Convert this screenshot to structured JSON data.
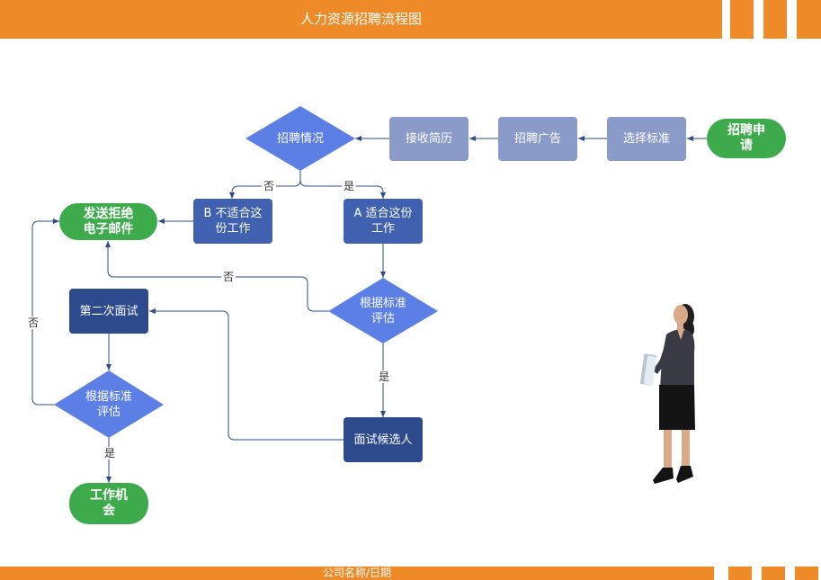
{
  "header": {
    "title": "人力资源招聘流程图"
  },
  "footer": {
    "text": "公司名称/日期"
  },
  "nodes": {
    "apply": "招聘申请",
    "criteria": "选择标准",
    "ads": "招聘广告",
    "resume": "接收简历",
    "situation": "招聘情况",
    "fit_a": "A  适合这份工作",
    "unfit_b": "B  不适合这份工作",
    "reject": "发送拒绝电子邮件",
    "eval1": "根据标准评估",
    "candidate": "面试候选人",
    "second": "第二次面试",
    "eval2": "根据标准评估",
    "offer": "工作机会"
  },
  "edge_labels": {
    "yes_situation": "是",
    "no_situation": "否",
    "no_eval1": "否",
    "yes_eval1": "是",
    "no_eval2": "否",
    "yes_eval2": "是"
  },
  "colors": {
    "header": "#ee8a27",
    "light_box": "#8b9bc9",
    "mid_box": "#3f61b0",
    "dark_box": "#2d4a8c",
    "diamond": "#5b7fe4",
    "pill": "#3dab4c"
  }
}
